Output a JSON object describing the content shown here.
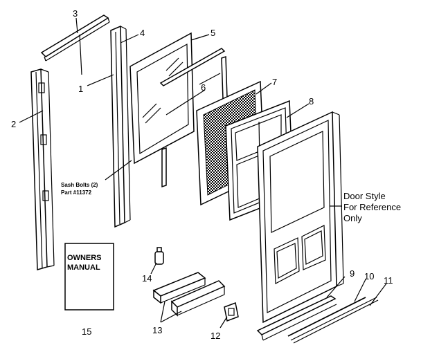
{
  "callouts": [
    {
      "id": "1",
      "label": "1"
    },
    {
      "id": "2",
      "label": "2"
    },
    {
      "id": "3",
      "label": "3"
    },
    {
      "id": "4",
      "label": "4"
    },
    {
      "id": "5",
      "label": "5"
    },
    {
      "id": "6",
      "label": "6"
    },
    {
      "id": "7",
      "label": "7"
    },
    {
      "id": "8",
      "label": "8"
    },
    {
      "id": "9",
      "label": "9"
    },
    {
      "id": "10",
      "label": "10"
    },
    {
      "id": "11",
      "label": "11"
    },
    {
      "id": "12",
      "label": "12"
    },
    {
      "id": "13",
      "label": "13"
    },
    {
      "id": "14",
      "label": "14"
    },
    {
      "id": "15",
      "label": "15"
    }
  ],
  "sash_bolts_note": {
    "line1": "Sash Bolts (2)",
    "line2": "Part #11372"
  },
  "door_style_note": {
    "line1": "Door Style",
    "line2": "For Reference",
    "line3": "Only"
  },
  "manual": {
    "line1": "OWNERS",
    "line2": "MANUAL"
  }
}
